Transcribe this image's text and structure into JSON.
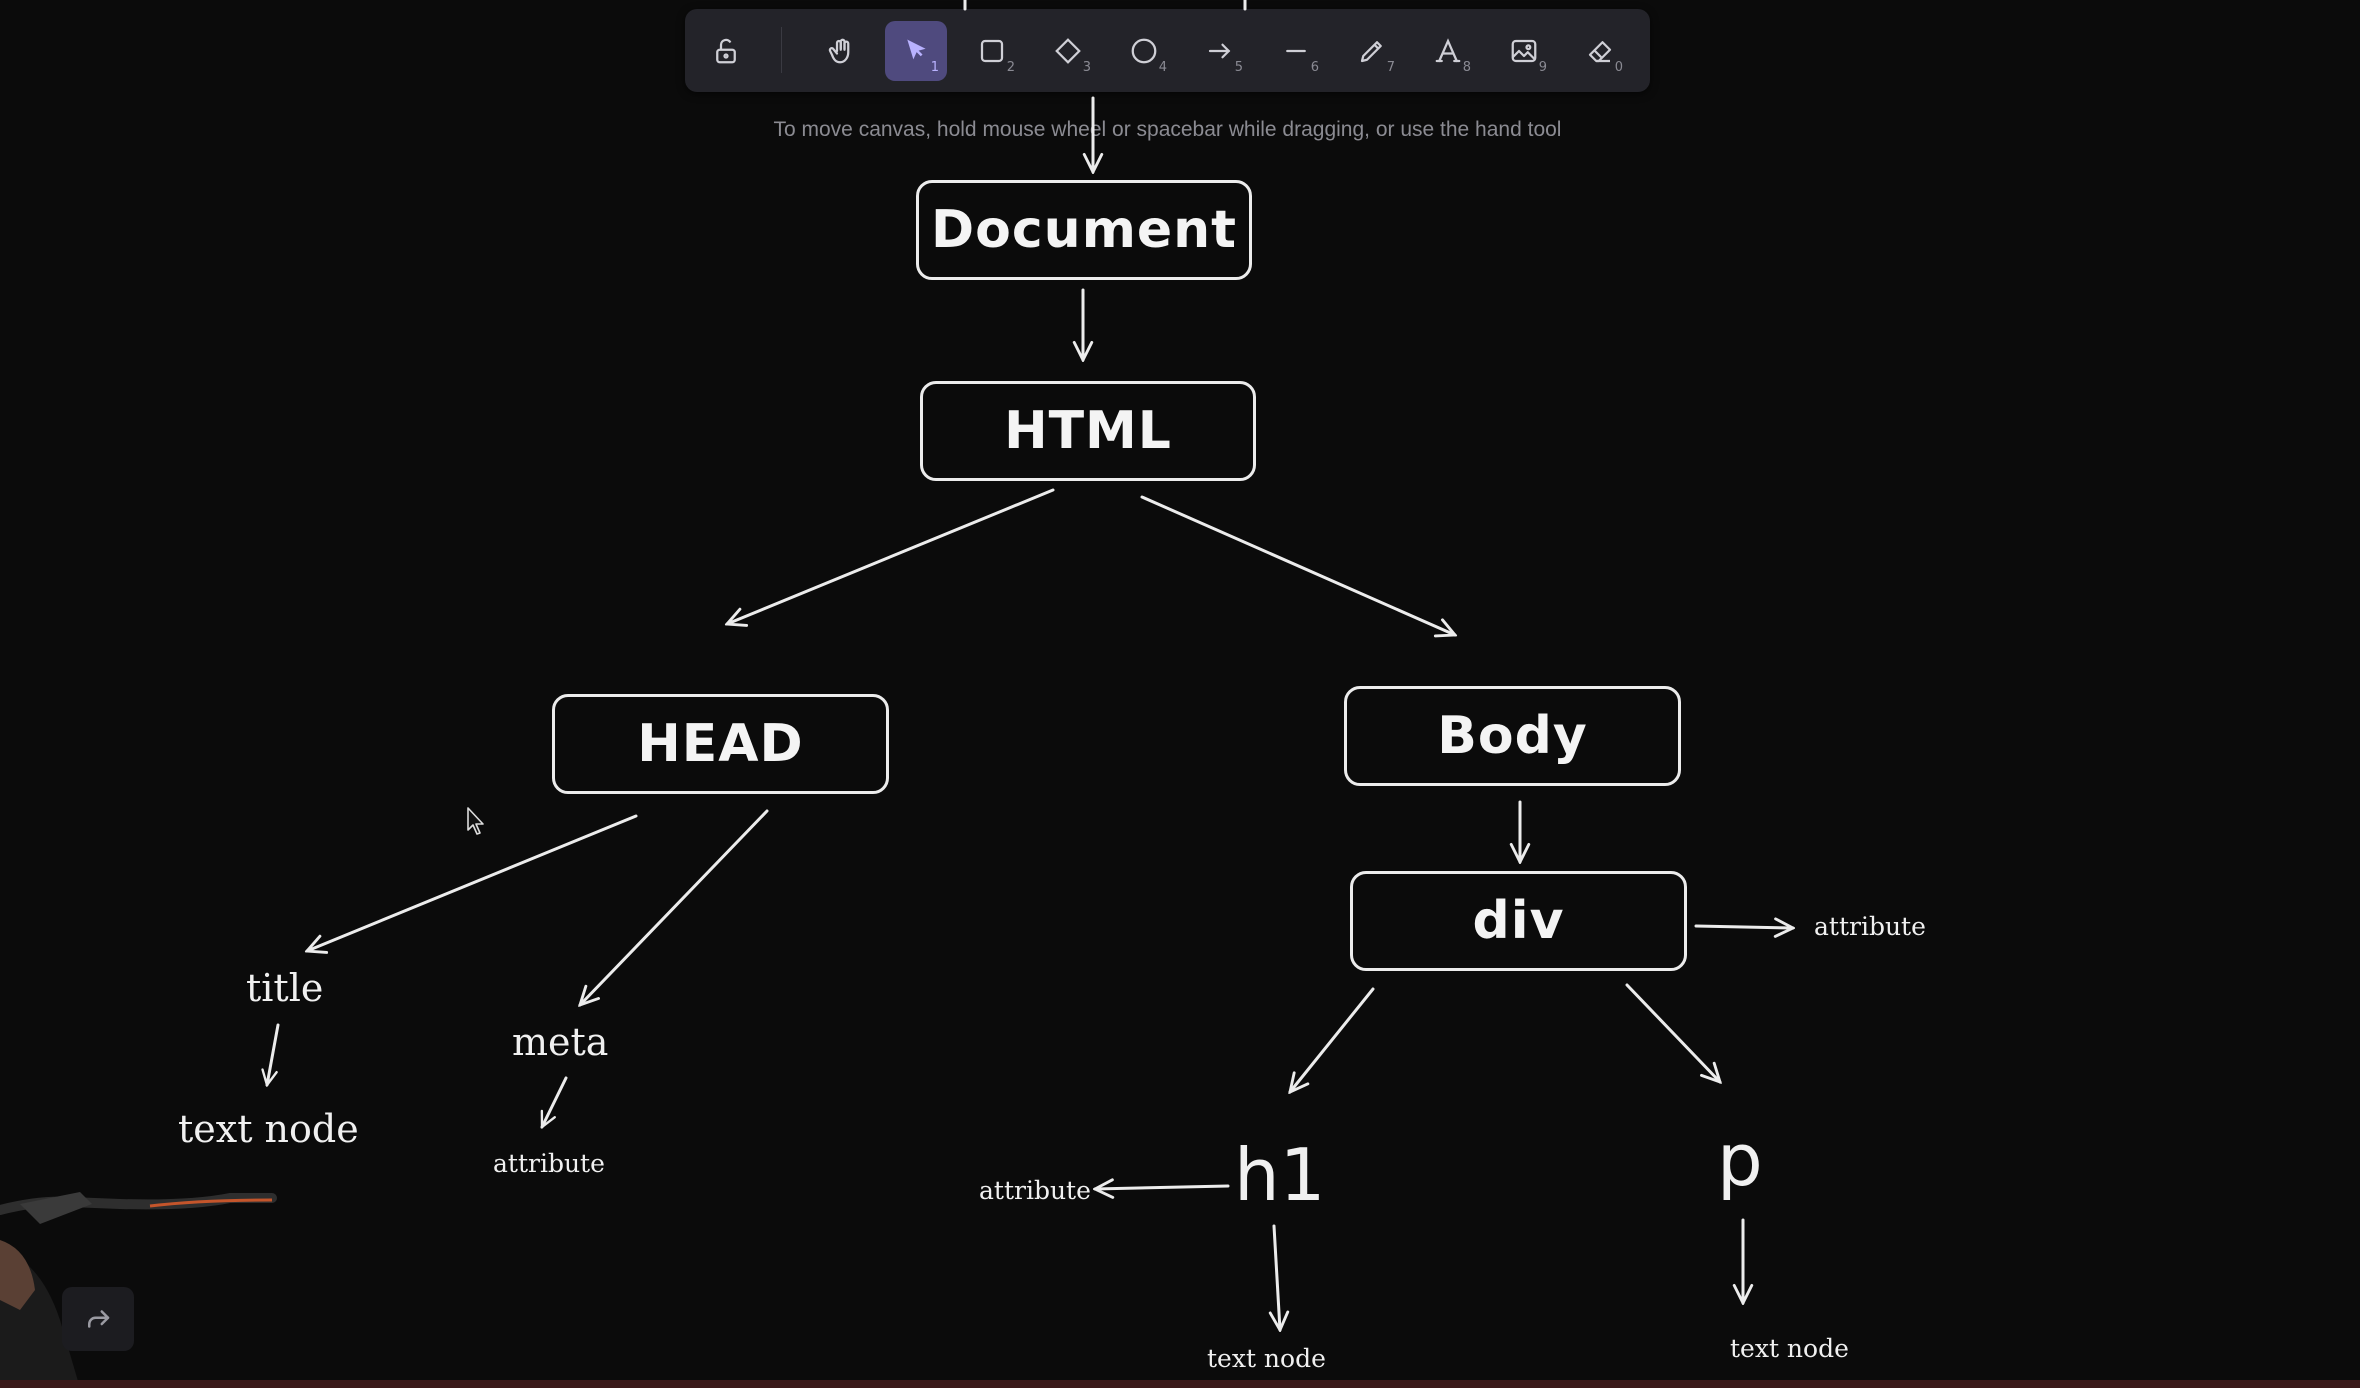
{
  "toolbar": {
    "tools": [
      {
        "name": "lock-icon",
        "key": ""
      },
      {
        "name": "hand-icon",
        "key": ""
      },
      {
        "name": "selection-icon",
        "key": "1"
      },
      {
        "name": "rectangle-icon",
        "key": "2"
      },
      {
        "name": "diamond-icon",
        "key": "3"
      },
      {
        "name": "ellipse-icon",
        "key": "4"
      },
      {
        "name": "arrow-icon",
        "key": "5"
      },
      {
        "name": "line-icon",
        "key": "6"
      },
      {
        "name": "pencil-icon",
        "key": "7"
      },
      {
        "name": "text-icon",
        "key": "8"
      },
      {
        "name": "image-icon",
        "key": "9"
      },
      {
        "name": "eraser-icon",
        "key": "0"
      }
    ],
    "active_tool": "selection-icon",
    "accent_color": "#4f4a7e"
  },
  "hint": "To move canvas, hold mouse wheel or spacebar while dragging, or use the hand tool",
  "diagram": {
    "document": "Document",
    "html": "HTML",
    "head": "HEAD",
    "body": "Body",
    "div": "div",
    "title": "title",
    "meta": "meta",
    "title_text_node": "text node",
    "meta_attribute": "attribute",
    "div_attribute": "attribute",
    "h1": "h1",
    "h1_attribute": "attribute",
    "h1_text_node": "text node",
    "p": "p",
    "p_text_node": "text node"
  },
  "controls": {
    "undo_icon": "redo-icon"
  }
}
